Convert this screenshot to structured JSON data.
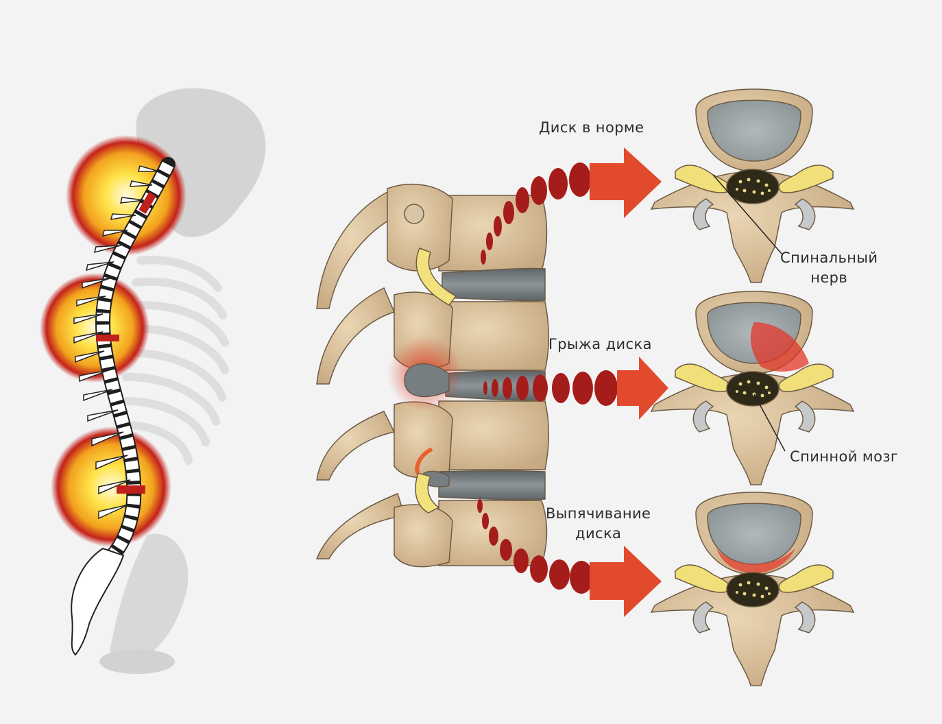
{
  "labels": {
    "normal_disc": "Диск в норме",
    "herniated_disc": "Грыжа диска",
    "bulging_disc_line1": "Выпячивание",
    "bulging_disc_line2": "диска",
    "spinal_nerve_line1": "Спинальный",
    "spinal_nerve_line2": "нерв",
    "spinal_cord": "Спинной мозг"
  },
  "colors": {
    "background": "#f3f3f3",
    "bone": "#d9c19d",
    "bone_outline": "#6b5a44",
    "disc": "#7b8287",
    "disc_core": "#9aa3a5",
    "nerve": "#f1df7a",
    "cord": "#2f2a18",
    "arrow_red": "#e0452c",
    "dark_red": "#b3221c",
    "pain_glow": "#ffd21a",
    "silhouette": "#d6d6d6"
  }
}
